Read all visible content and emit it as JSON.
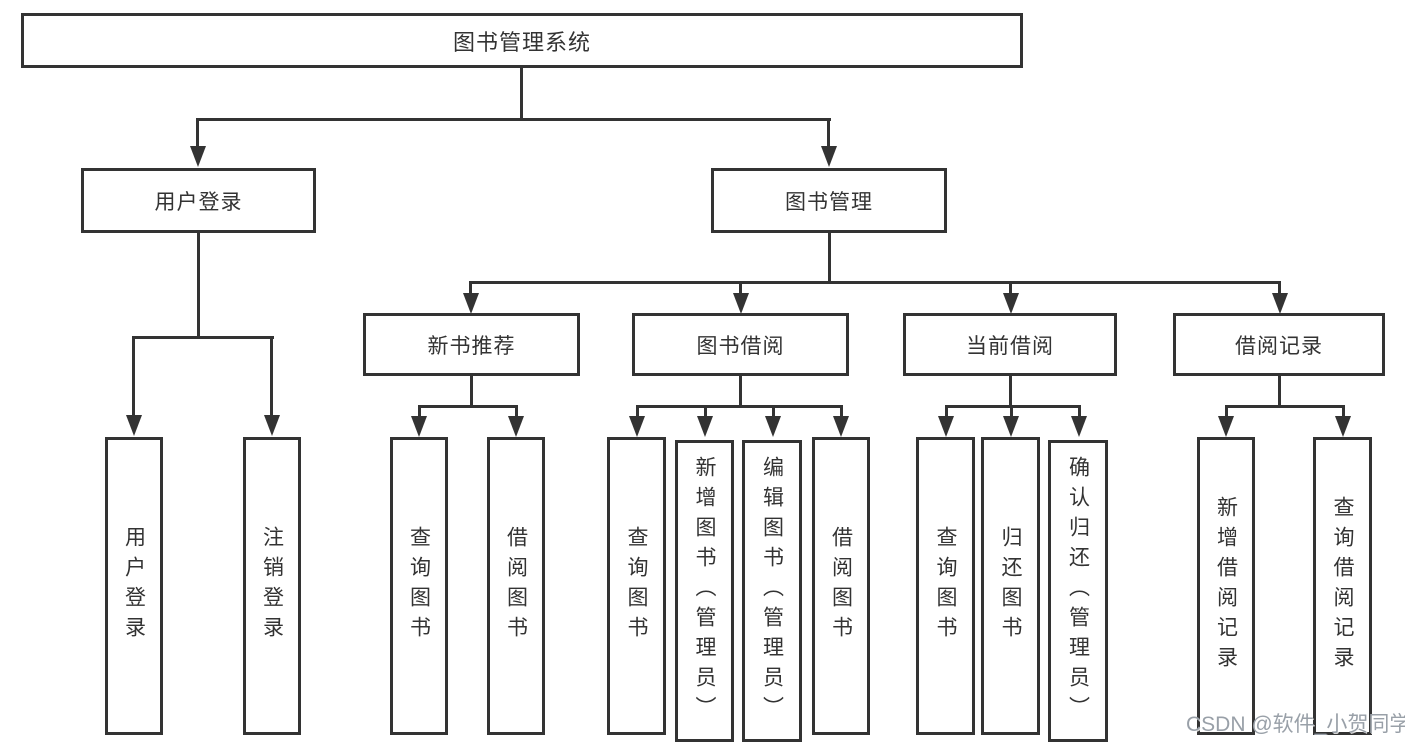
{
  "tree": {
    "root": {
      "label": "图书管理系统"
    },
    "branches": [
      {
        "label": "用户登录",
        "children": [
          {
            "label": "用户登录"
          },
          {
            "label": "注销登录"
          }
        ]
      },
      {
        "label": "图书管理",
        "children": [
          {
            "label": "新书推荐",
            "children": [
              {
                "label": "查询图书"
              },
              {
                "label": "借阅图书"
              }
            ]
          },
          {
            "label": "图书借阅",
            "children": [
              {
                "label": "查询图书"
              },
              {
                "label": "新增图书（管理员）"
              },
              {
                "label": "编辑图书（管理员）"
              },
              {
                "label": "借阅图书"
              }
            ]
          },
          {
            "label": "当前借阅",
            "children": [
              {
                "label": "查询图书"
              },
              {
                "label": "归还图书"
              },
              {
                "label": "确认归还（管理员）"
              }
            ]
          },
          {
            "label": "借阅记录",
            "children": [
              {
                "label": "新增借阅记录"
              },
              {
                "label": "查询借阅记录"
              }
            ]
          }
        ]
      }
    ]
  },
  "watermark": {
    "text": "CSDN @软件_小贺同学"
  },
  "colors": {
    "line": "#333333",
    "text": "#333333",
    "watermark": "#99a0a8",
    "background": "#ffffff"
  }
}
